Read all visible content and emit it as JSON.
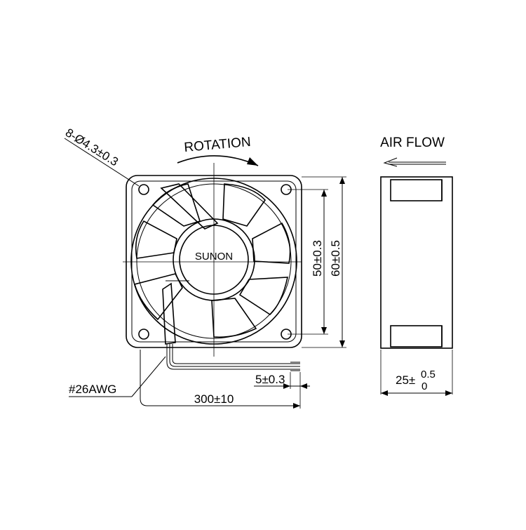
{
  "labels": {
    "rotation": "ROTATION",
    "holes": "8-Ø4.3±0.3",
    "brand": "SUNON",
    "inner_dim": "50±0.3",
    "outer_dim": "60±0.5",
    "air_flow": "AIR FLOW",
    "wire_gauge": "#26AWG",
    "strip_length": "5±0.3",
    "lead_length": "300±10",
    "thickness_base": "25±",
    "thickness_upper": "0.5",
    "thickness_lower": "0"
  }
}
